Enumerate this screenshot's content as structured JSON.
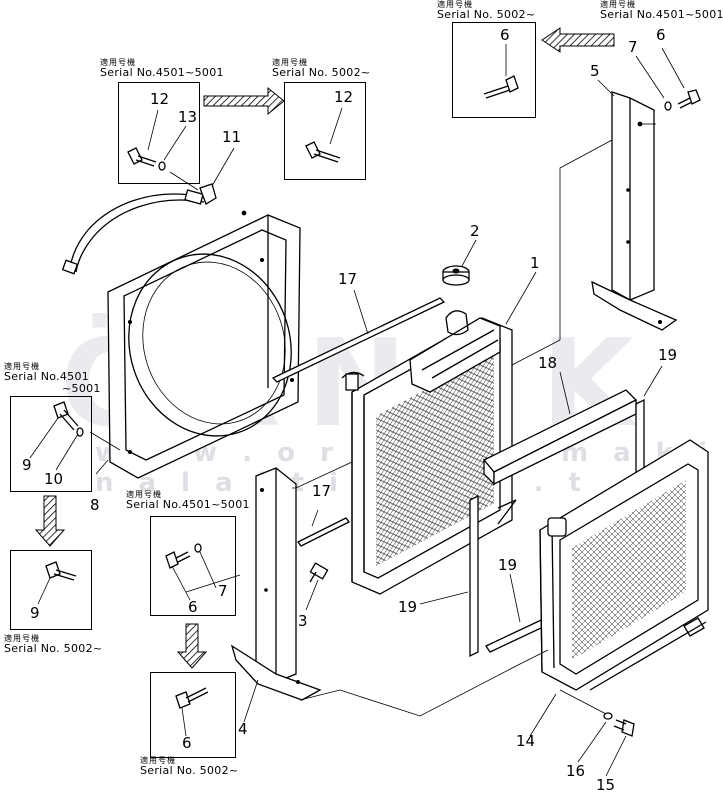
{
  "watermark": {
    "brand": "ÖRNEK",
    "url": "w w w . o r n e k i s m a k i n a l a l t i . c o m . t"
  },
  "captions": {
    "top_right_left": {
      "jp": "適用号機",
      "serial": "Serial No. 5002~"
    },
    "top_right_right": {
      "jp": "適用号機",
      "serial": "Serial No.4501~5001"
    },
    "top_left_left": {
      "jp": "適用号機",
      "serial": "Serial No.4501~5001"
    },
    "top_left_right": {
      "jp": "適用号機",
      "serial": "Serial No. 5002~"
    },
    "mid_left": {
      "jp": "適用号機",
      "serial": "Serial No.4501",
      "serial2": "~5001"
    },
    "bottom_left": {
      "jp": "適用号機",
      "serial": "Serial No. 5002~"
    },
    "center": {
      "jp": "適用号機",
      "serial": "Serial No.4501~5001"
    },
    "bottom_center": {
      "jp": "適用号機",
      "serial": "Serial No. 5002~"
    }
  },
  "callouts": {
    "n1": "1",
    "n2": "2",
    "n3": "3",
    "n4": "4",
    "n5": "5",
    "n6a": "6",
    "n6b": "6",
    "n6c": "6",
    "n6d": "6",
    "n7a": "7",
    "n7b": "7",
    "n8": "8",
    "n9a": "9",
    "n9b": "9",
    "n10": "10",
    "n11": "11",
    "n12a": "12",
    "n12b": "12",
    "n13": "13",
    "n14": "14",
    "n15": "15",
    "n16": "16",
    "n17a": "17",
    "n17b": "17",
    "n18": "18",
    "n19a": "19",
    "n19b": "19",
    "n19c": "19"
  }
}
